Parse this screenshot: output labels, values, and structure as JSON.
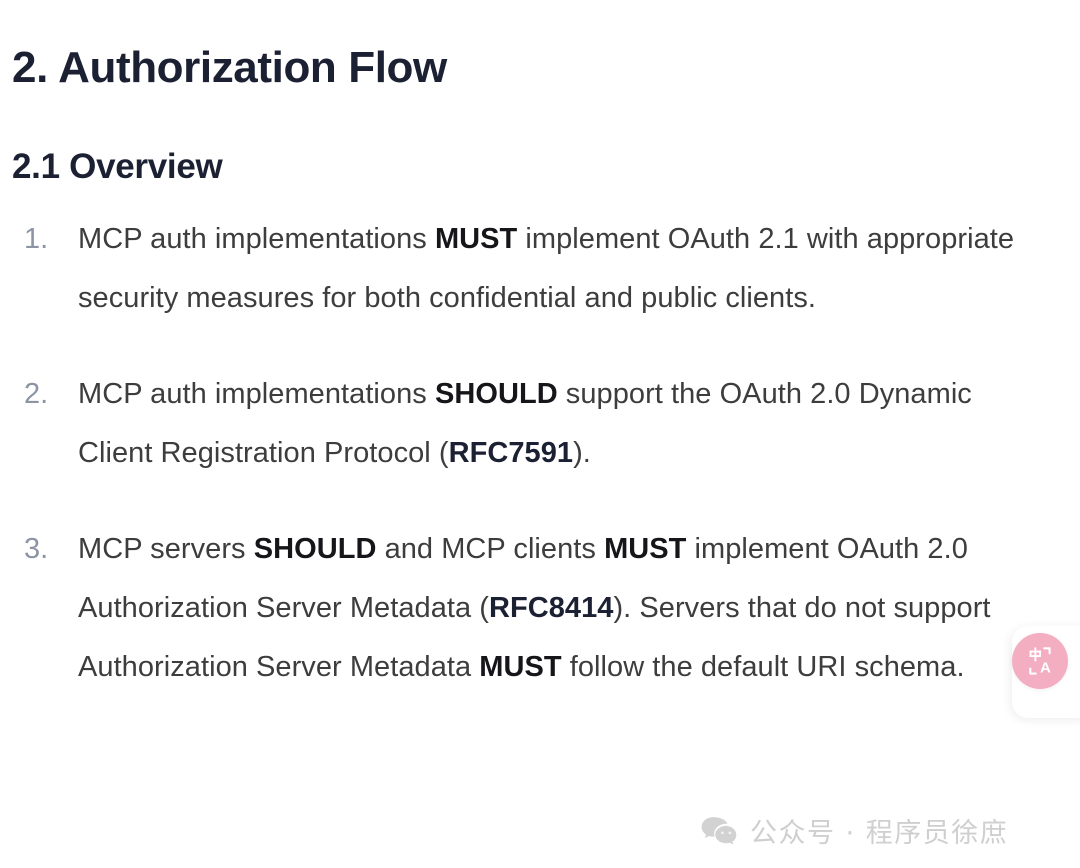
{
  "document": {
    "heading": "2. Authorization Flow",
    "subheading": "2.1 Overview",
    "list": {
      "type": "ordered",
      "items": [
        {
          "marker": "1.",
          "text": "MCP auth implementations MUST implement OAuth 2.1 with appropriate security measures for both confidential and public clients.",
          "segments": [
            {
              "text": "MCP auth implementations ",
              "style": "normal"
            },
            {
              "text": "MUST",
              "style": "bold"
            },
            {
              "text": " implement OAuth 2.1 with appropriate security measures for both confidential and public clients.",
              "style": "normal"
            }
          ]
        },
        {
          "marker": "2.",
          "text": "MCP auth implementations SHOULD support the OAuth 2.0 Dynamic Client Registration Protocol (RFC7591).",
          "segments": [
            {
              "text": "MCP auth implementations ",
              "style": "normal"
            },
            {
              "text": "SHOULD",
              "style": "bold"
            },
            {
              "text": " support the OAuth 2.0 Dynamic Client Registration Protocol (",
              "style": "normal"
            },
            {
              "text": "RFC7591",
              "style": "rfc"
            },
            {
              "text": ").",
              "style": "normal"
            }
          ]
        },
        {
          "marker": "3.",
          "text": "MCP servers SHOULD and MCP clients MUST implement OAuth 2.0 Authorization Server Metadata (RFC8414). Servers that do not support Authorization Server Metadata MUST follow the default URI schema.",
          "segments": [
            {
              "text": "MCP servers ",
              "style": "normal"
            },
            {
              "text": "SHOULD",
              "style": "bold"
            },
            {
              "text": " and MCP clients ",
              "style": "normal"
            },
            {
              "text": "MUST",
              "style": "bold"
            },
            {
              "text": " implement OAuth 2.0 Authorization Server Metadata (",
              "style": "normal"
            },
            {
              "text": "RFC8414",
              "style": "rfc"
            },
            {
              "text": "). Servers that do not support Authorization Server Metadata ",
              "style": "normal"
            },
            {
              "text": "MUST",
              "style": "bold"
            },
            {
              "text": " follow the default URI schema.",
              "style": "normal"
            }
          ]
        }
      ]
    }
  },
  "floating_widget": {
    "translate_button": {
      "icon": "translate-icon",
      "glyph_primary": "中",
      "glyph_secondary": "A",
      "label": ""
    }
  },
  "watermark": {
    "icon": "wechat-icon",
    "text": "公众号 · 程序员徐庶"
  },
  "colors": {
    "page_background": "#ffffff",
    "heading": "#1b2033",
    "body_text": "#3d3d3d",
    "bold_text": "#16161a",
    "list_marker": "#8c94a6",
    "accent_pink": "#f4aec2",
    "watermark_gray": "#cfcfcf"
  }
}
